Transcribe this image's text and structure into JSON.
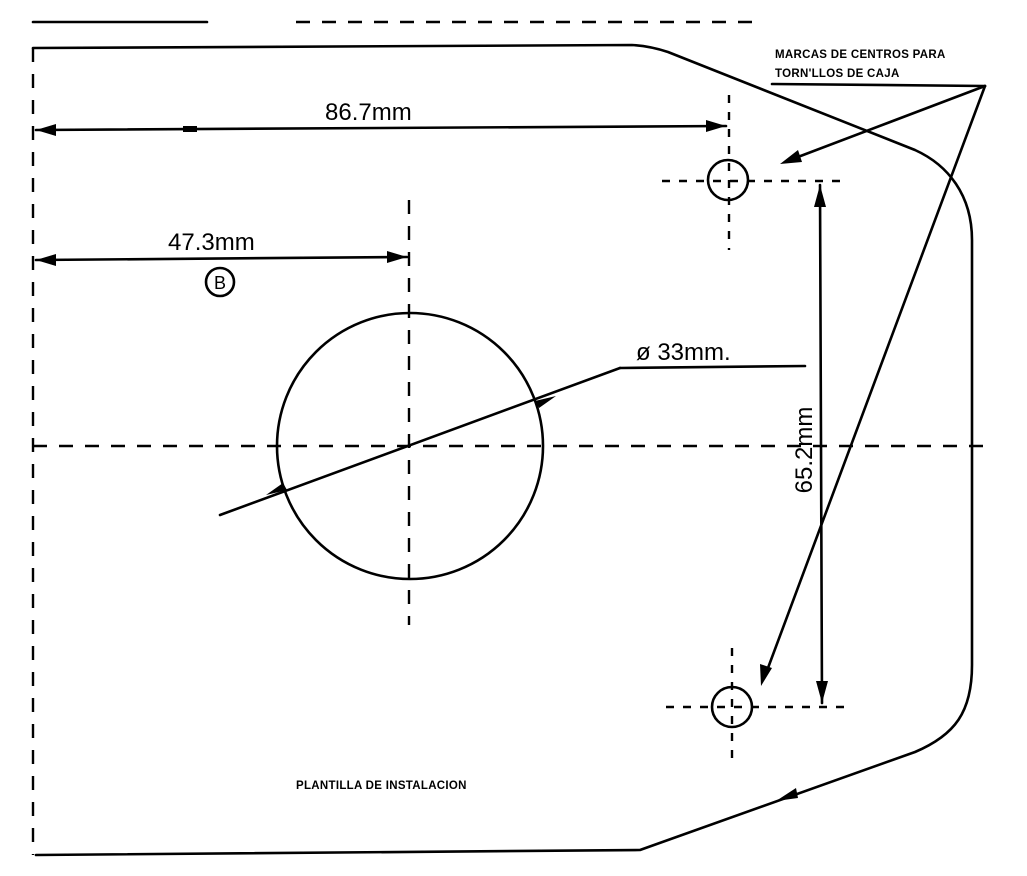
{
  "template": {
    "title": "PLANTILLA DE INSTALACION",
    "screw_note_line1": "MARCAS DE CENTROS PARA",
    "screw_note_line2": "TORN'LLOS DE CAJA"
  },
  "dimensions": {
    "horizontal_screw": "86.7mm",
    "horizontal_hole": "47.3mm",
    "hole_diameter": "ø 33mm.",
    "vertical_screw_spacing": "65.2mm"
  },
  "reference_marker": "B"
}
